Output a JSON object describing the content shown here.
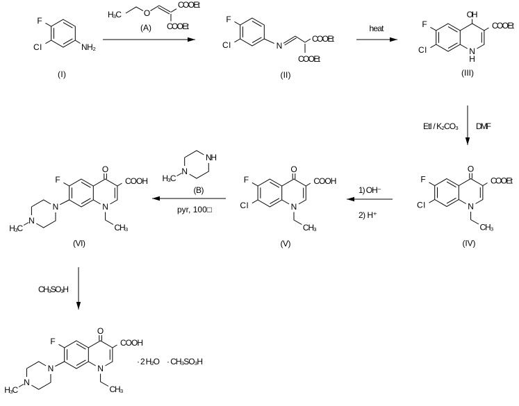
{
  "background": "#ffffff",
  "ink": "#000000",
  "atoms": {
    "F": "F",
    "Cl": "Cl",
    "N": "N",
    "NH": "NH",
    "NH2": "NH₂",
    "O": "O",
    "OH": "OH",
    "H": "H",
    "H3C": "H₃C",
    "CH3": "CH₃",
    "COOH": "COOH",
    "COOEt": "COOEt"
  },
  "compound_labels": {
    "I": "(I)",
    "II": "(II)",
    "III": "(III)",
    "IV": "(IV)",
    "V": "(V)",
    "VI": "(VI)",
    "A": "(A)",
    "B": "(B)"
  },
  "conditions": {
    "heat": "heat",
    "alkylation_reagent": "EtI / K₂CO₃",
    "alkylation_solvent": "DMF",
    "hydrolysis_step1": "1) OH⁻",
    "hydrolysis_step2": "2) H⁺",
    "amination_conditions": "pyr, 100□",
    "mesylation_reagent": "CH₃SO₃H"
  },
  "adducts": {
    "water": "· 2 H₂O",
    "mesylate": "· CH₃SO₃H"
  }
}
